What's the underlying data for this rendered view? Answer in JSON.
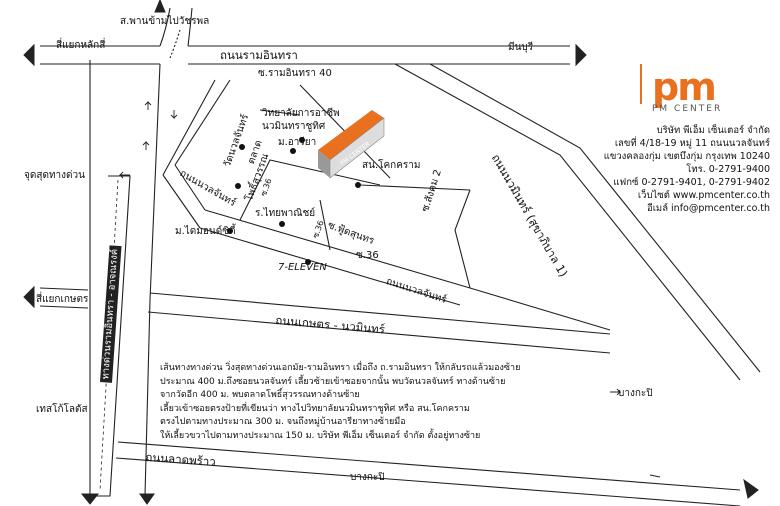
{
  "map": {
    "labels": {
      "bridge": "ส.พานข้ามไปวัชรพล",
      "ram_inthra": "ถนนรามอินทรา",
      "lak_si_junction": "สี่แยกหลักสี่",
      "min_buri": "มีนบุรี",
      "soi_ram_40": "ซ.รามอินทรา 40",
      "college": "วิทยาลัยการอาชีพ",
      "college2": "นวมินทราชูทิศ",
      "mariya": "ม.อารียา",
      "wat": "วัดนวลจันทร์",
      "market": "ตลาด",
      "market2": "โพธิ์สุวรรณ",
      "soi36_small": "ซ.36",
      "nuan_chan_road": "ถนนนวลจันทร์",
      "sn_khokkram": "สน.โคกคราม",
      "soi_lak2": "ซ.สังคม 2",
      "nawamin_road": "ถนนนวมินทร์ (สุขาภิบาล 1)",
      "expressway_end": "จุดสุดทางด่วน",
      "school": "ร.ไทยพาณิชย์",
      "diamond": "ม.ไดมอนด์ซิตี้",
      "soi36_b": "ซ.36",
      "sirilak": "ซ.ฟู้ดสุนทร",
      "soi36_c": "ซ.36",
      "seven": "7-ELEVEN",
      "nuan_chan_lower": "ถนนนวลจันทร์",
      "kaset_junction": "สี่แยกเกษตร",
      "kaset_nawamin": "ถนนเกษตร - นวมินทร์",
      "expressway": "ทางด่วนรามอินทรา - อาจณรงค์",
      "tesco": "เทสโก้โลตัส",
      "bang_kapi1": "บางกะปิ",
      "lat_phrao": "ถนนลาดพร้าว",
      "bang_kapi2": "บางกะปิ"
    },
    "building_label": "PM CENTER",
    "accent_color": "#e8701e"
  },
  "logo": {
    "text": "pm",
    "sub": "PM CENTER"
  },
  "company": {
    "lines": [
      "บริษัท พีเอ็ม เซ็นเตอร์ จำกัด",
      "เลขที่ 4/18-19 หมู่ 11 ถนนนวลจันทร์",
      "แขวงคลองกุ่ม เขตบึงกุ่ม กรุงเทพ 10240",
      "โทร. 0-2791-9400",
      "แฟกซ์ 0-2791-9401, 0-2791-9402",
      "เว็บไซต์ www.pmcenter.co.th",
      "อีเมล์ info@pmcenter.co.th"
    ]
  },
  "directions": {
    "lines": [
      "เส้นทางทางด่วน วิ่งสุดทางด่วนเอกมัย-รามอินทรา เมื่อถึง ถ.รามอินทรา ให้กลับรถแล้วมองซ้าย",
      "ประมาณ 400 ม.ถึงซอยนวลจันทร์ เลี้ยวซ้ายเข้าซอยจากนั้น พบวัดนวลจันทร์ ทางด้านซ้าย",
      "จากวัดอีก 400 ม. พบตลาดโพธิ์สุวรรณทางด้านซ้าย",
      "เลี้ยวเข้าซอยตรงป้ายที่เขียนว่า ทางไปวิทยาลัยนวมินทราชูทิศ หรือ สน.โคกคราม",
      "ตรงไปตามทางประมาณ 300 ม. จนถึงหมู่บ้านอารียาทางซ้ายมือ",
      "ให้เลี้ยวขวาไปตามทางประมาณ 150 ม. บริษัท พีเอ็ม เซ็นเตอร์ จำกัด ตั้งอยู่ทางซ้าย"
    ]
  }
}
